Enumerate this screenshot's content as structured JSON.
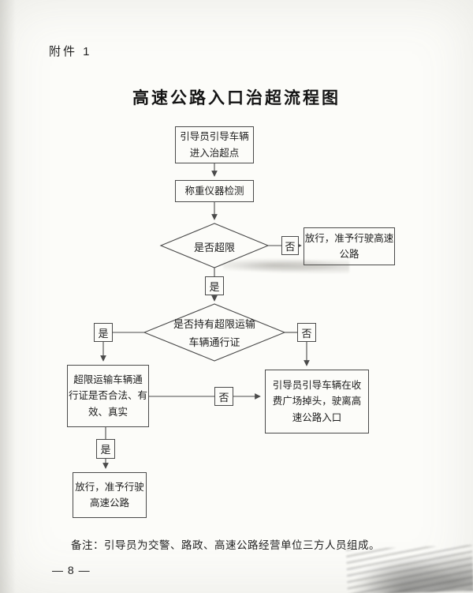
{
  "page": {
    "attachment": "附件 1",
    "title": "高速公路入口治超流程图",
    "note": "备注：引导员为交警、路政、高速公路经营单位三方人员组成。",
    "page_number": "— 8 —"
  },
  "flowchart": {
    "nodes": {
      "entry": "引导员引导车辆\n进入治超点",
      "weighing": "称重仪器检测",
      "decision_overlimit": "是否超限",
      "release_top": "放行，准予行驶高速\n公路",
      "decision_permit": "是否持有超限运输\n车辆通行证",
      "permit_check": "超限运输车辆通\n行证是否合法、有\n效、真实",
      "turn_around": "引导员引导车辆在收\n费广场掉头，驶离高\n速公路入口",
      "release_bottom": "放行，准予行驶\n高速公路"
    },
    "labels": {
      "yes": "是",
      "no": "否"
    }
  }
}
